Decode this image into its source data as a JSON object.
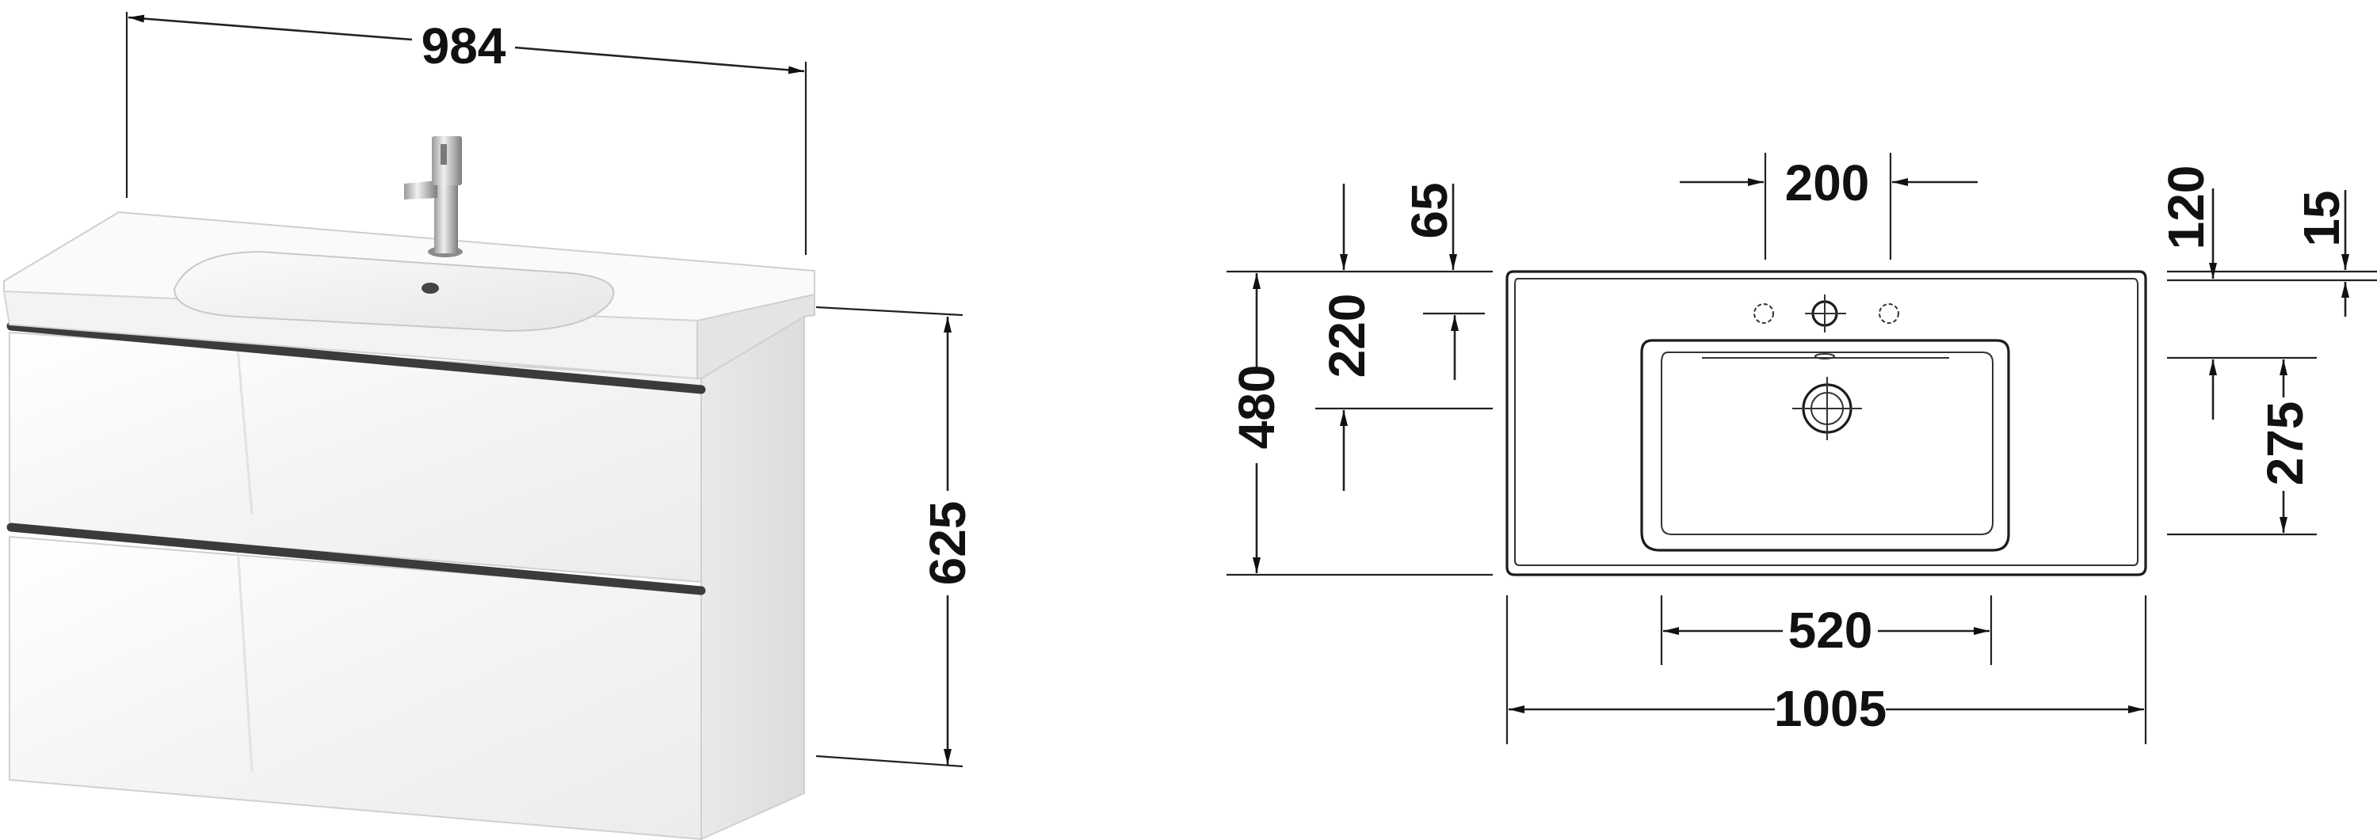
{
  "colors": {
    "ink": "#1c1c1c",
    "cabinet_front": "#f6f6f6",
    "cabinet_side": "#e4e4e4",
    "handle": "#3b3b3b",
    "basin": "#f2f2f2"
  },
  "perspective_view": {
    "width_label": "984",
    "height_label": "625"
  },
  "top_view": {
    "label_200": "200",
    "label_65": "65",
    "label_120": "120",
    "label_15": "15",
    "label_220": "220",
    "label_480": "480",
    "label_275": "275",
    "label_520": "520",
    "label_1005": "1005"
  }
}
